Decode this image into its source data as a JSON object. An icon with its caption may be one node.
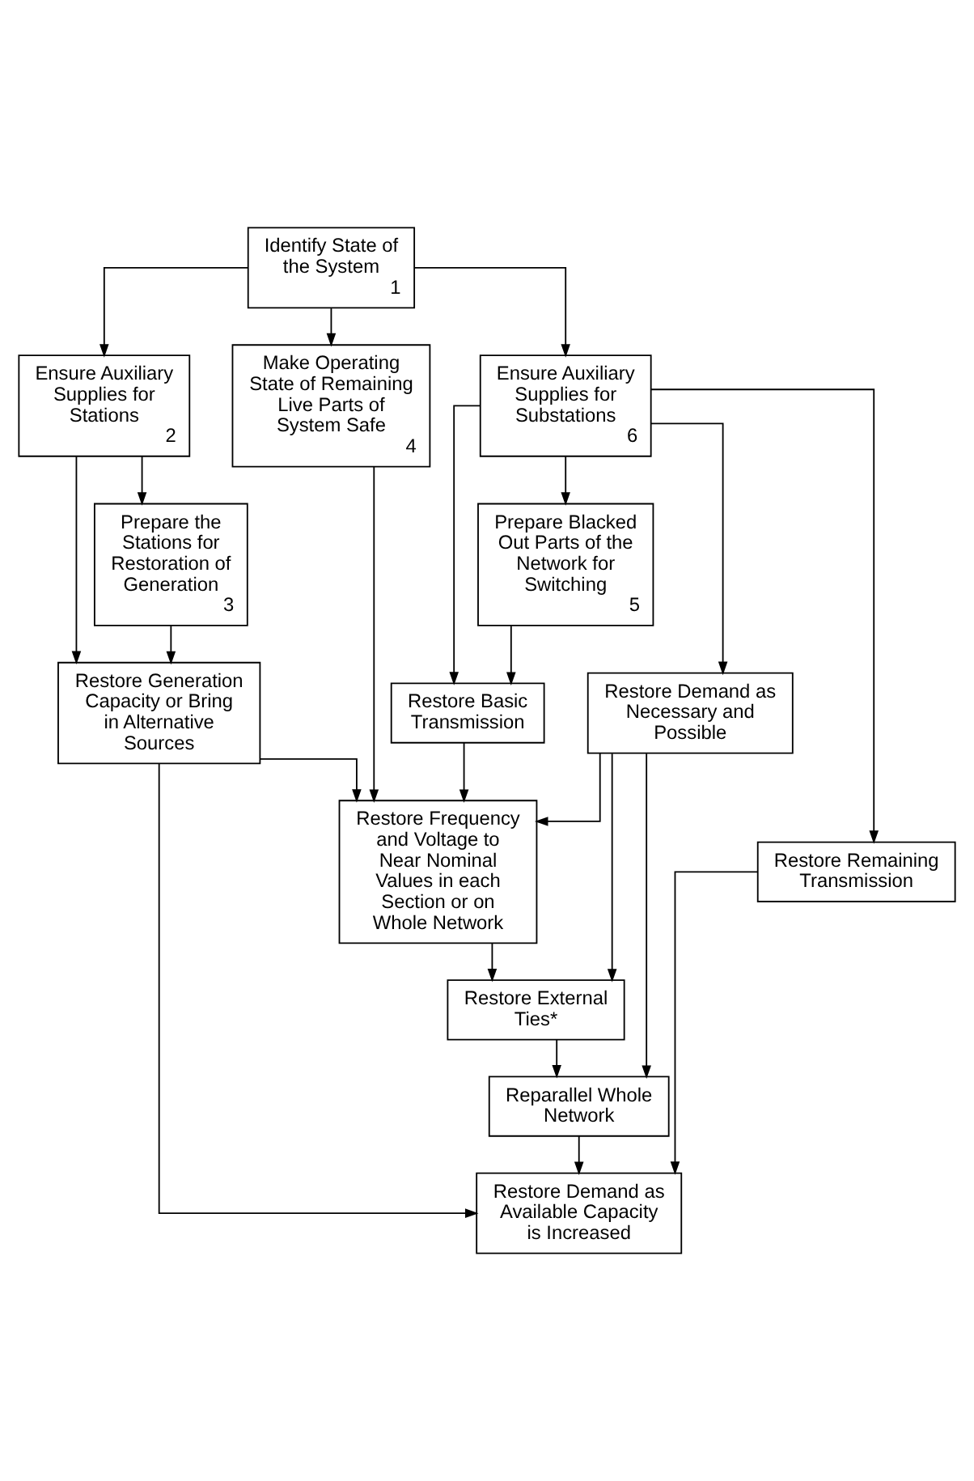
{
  "diagram": {
    "nodes": [
      {
        "text": [
          "Identify State of the System",
          "1"
        ]
      },
      {
        "text": [
          "Ensure Auxiliary Supplies for Stations",
          "2"
        ]
      },
      {
        "text": [
          "Ensure Auxiliary Supplies for Substations",
          "6"
        ]
      },
      {
        "text": [
          "Prepare the Stations for Restoration of Generation",
          "3"
        ]
      },
      {
        "text": [
          "Make Operating State of Remaining Live Parts of System Safe",
          "4"
        ]
      },
      {
        "text": [
          "Prepare Blacked Out Parts of the Network for Switching",
          "5"
        ]
      },
      {
        "text": [
          "Restore Generation Capacity or Bring in Alternative Sources"
        ]
      },
      {
        "text": [
          "Restore Frequency and Voltage to Near Nominal Values in each Section or on Whole Network"
        ]
      },
      {
        "text": [
          "Restore Basic Transmission"
        ]
      },
      {
        "text": [
          "Restore External Ties*"
        ]
      },
      {
        "text": [
          "Restore Demand as Necessary and Possible"
        ]
      },
      {
        "text": [
          "Reparallel Whole Network"
        ]
      },
      {
        "text": [
          "Restore Remaining Transmission"
        ]
      },
      {
        "text": [
          "Restore Demand as Available Capacity is Increased"
        ]
      }
    ],
    "edges": [
      {
        "from": 0,
        "to": 1,
        "arrow": "to"
      },
      {
        "from": 0,
        "to": 2,
        "arrow": "to"
      },
      {
        "from": 0,
        "to": 4,
        "arrow": "to"
      },
      {
        "from": 1,
        "to": 3,
        "arrow": "to"
      },
      {
        "from": 2,
        "to": 5,
        "arrow": "to"
      },
      {
        "from": 3,
        "to": 6,
        "arrow": "to"
      },
      {
        "from": 4,
        "to": 7,
        "arrow": "to"
      },
      {
        "from": 5,
        "to": 8,
        "arrow": "to"
      },
      {
        "from": 1,
        "to": 6,
        "arrow": "to"
      },
      {
        "from": 6,
        "to": 7,
        "arrow": "to"
      },
      {
        "from": 8,
        "to": 7,
        "arrow": "to"
      },
      {
        "from": 2,
        "to": 8,
        "arrow": "to"
      },
      {
        "from": 7,
        "to": 9,
        "arrow": "to"
      },
      {
        "from": 10,
        "to": 7,
        "arrow": "to"
      },
      {
        "from": 10,
        "to": 9,
        "arrow": "to"
      },
      {
        "from": 2,
        "to": 10,
        "arrow": "to"
      },
      {
        "from": 9,
        "to": 11,
        "arrow": "to"
      },
      {
        "from": 10,
        "to": 11,
        "arrow": "to"
      },
      {
        "from": 6,
        "to": 13,
        "arrow": "to"
      },
      {
        "from": 11,
        "to": 13,
        "arrow": "to"
      },
      {
        "from": 12,
        "to": 13,
        "arrow": "to"
      },
      {
        "from": 2,
        "to": 12,
        "arrow": "to"
      }
    ]
  }
}
